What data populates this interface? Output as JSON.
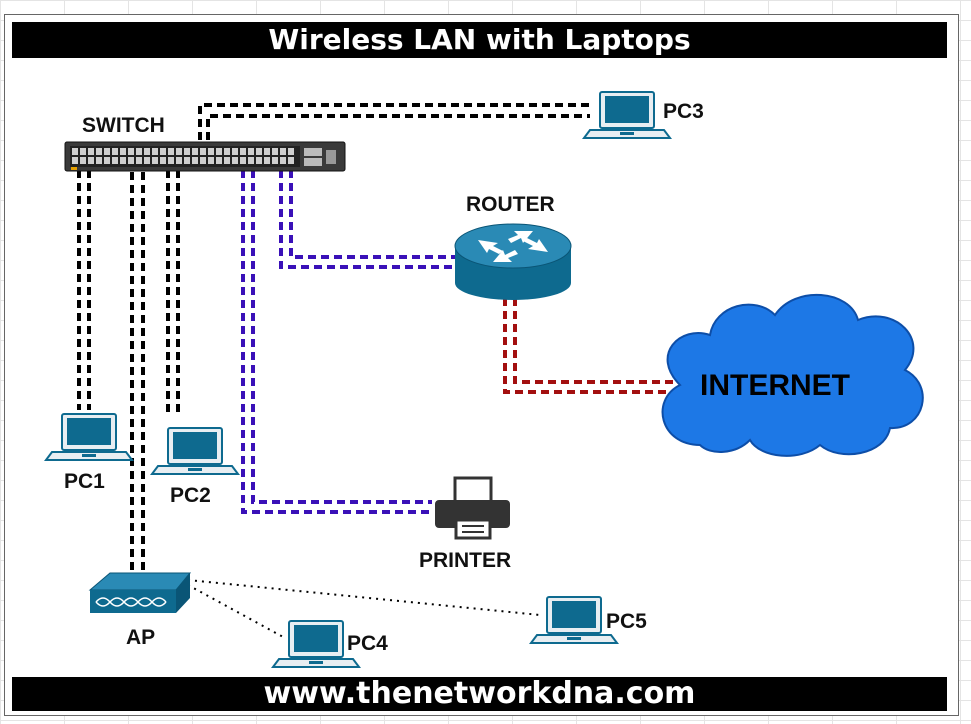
{
  "title": "Wireless LAN with Laptops",
  "footer": "www.thenetworkdna.com",
  "labels": {
    "switch": "SWITCH",
    "router": "ROUTER",
    "internet": "INTERNET",
    "printer": "PRINTER",
    "ap": "AP",
    "pc1": "PC1",
    "pc2": "PC2",
    "pc3": "PC3",
    "pc4": "PC4",
    "pc5": "PC5"
  },
  "colors": {
    "wired": "#000000",
    "switch_router_printer": "#3a10b8",
    "router_internet": "#a30f0f",
    "wireless": "#000000",
    "device_blue": "#0e6a8f",
    "cloud_blue": "#1d78e6"
  },
  "connections": [
    {
      "from": "switch",
      "to": "pc3",
      "style": "wired"
    },
    {
      "from": "switch",
      "to": "pc1",
      "style": "wired"
    },
    {
      "from": "switch",
      "to": "ap",
      "style": "wired"
    },
    {
      "from": "switch",
      "to": "pc2",
      "style": "wired"
    },
    {
      "from": "switch",
      "to": "printer",
      "style": "switch_router_printer"
    },
    {
      "from": "switch",
      "to": "router",
      "style": "switch_router_printer"
    },
    {
      "from": "router",
      "to": "internet",
      "style": "router_internet"
    },
    {
      "from": "ap",
      "to": "pc4",
      "style": "wireless"
    },
    {
      "from": "ap",
      "to": "pc5",
      "style": "wireless"
    }
  ]
}
